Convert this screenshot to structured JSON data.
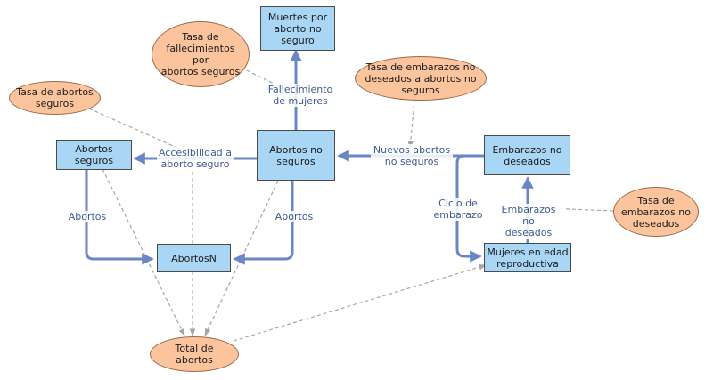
{
  "stocks": {
    "muertes": "Muertes por\naborto no\nseguro",
    "abortos_seguros": "Abortos\nseguros",
    "abortos_no_seguros": "Abortos no\nseguros",
    "embarazos_no_deseados": "Embarazos no\ndeseados",
    "abortosN": "AbortosN",
    "mujeres": "Mujeres en edad\nreproductiva"
  },
  "variables": {
    "tasa_fallecimientos": "Tasa de\nfallecimientos por\nabortos seguros",
    "tasa_abortos_seguros": "Tasa de abortos\nseguros",
    "tasa_embarazos_abortos": "Tasa de embarazos no\ndeseados a abortos no\nseguros",
    "tasa_embarazos_no_deseados": "Tasa de\nembarazos no\ndeseados",
    "total_abortos": "Total de abortos"
  },
  "flows": {
    "fallecimiento": "Fallecimiento\nde mujeres",
    "accesibilidad": "Accesibilidad a\naborto seguro",
    "nuevos_abortos": "Nuevos abortos\nno seguros",
    "ciclo_embarazo": "Ciclo de\nembarazo",
    "embarazos_no_deseados": "Embarazos no\ndeseados",
    "abortos_left": "Abortos",
    "abortos_right": "Abortos"
  },
  "colors": {
    "stock_fill": "#a9d6f5",
    "variable_fill": "#fcc49c",
    "flow": "#6a86c4",
    "link": "#a6a6a6",
    "label": "#3e5a93"
  }
}
